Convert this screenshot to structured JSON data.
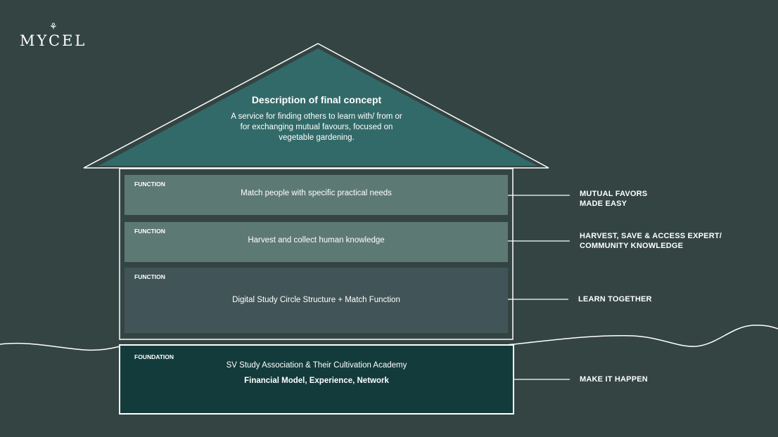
{
  "brand": {
    "logo": "MYCEL"
  },
  "roof": {
    "title": "Description of final concept",
    "description": "A service for finding others to learn with/ from or for exchanging mutual favours, focused on vegetable gardening."
  },
  "functions": [
    {
      "tag": "FUNCTION",
      "text": "Match people with specific practical needs",
      "side_label": "MUTUAL FAVORS\nMADE EASY"
    },
    {
      "tag": "FUNCTION",
      "text": "Harvest and collect human knowledge",
      "side_label": "HARVEST, SAVE & ACCESS EXPERT/\nCOMMUNITY  KNOWLEDGE"
    },
    {
      "tag": "FUNCTION",
      "text": "Digital Study Circle Structure + Match Function",
      "side_label": "LEARN TOGETHER"
    }
  ],
  "foundation": {
    "tag": "FOUNDATION",
    "line1": "SV Study Association & Their Cultivation Academy",
    "line2": "Financial Model, Experience, Network",
    "side_label": "MAKE IT HAPPEN"
  },
  "colors": {
    "background": "#334443",
    "roof": "#326a69",
    "band_light": "#5d7973",
    "band_dark": "#415457",
    "foundation": "#133b3c"
  }
}
